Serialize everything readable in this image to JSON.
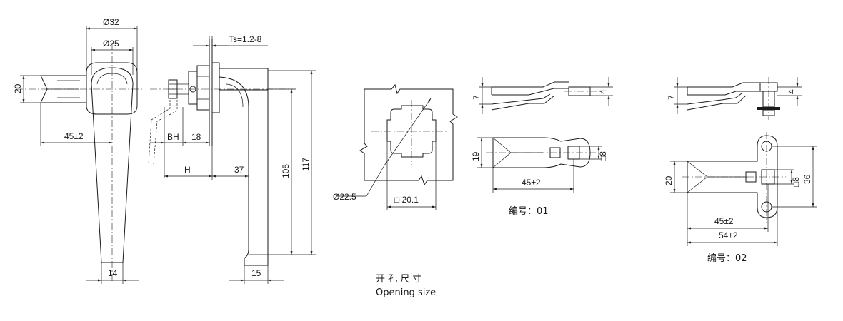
{
  "labels": {
    "d32": "Ø32",
    "d25": "Ø25",
    "h20": "20",
    "len45": "45±2",
    "w14": "14",
    "ts": "Ts=1.2-8",
    "bh": "BH",
    "d18": "18",
    "h": "H",
    "d37": "37",
    "d105": "105",
    "d117": "117",
    "w15": "15",
    "cut_d": "Ø22.5",
    "cut_sq": "□ 20.1",
    "cut_cn": "开 孔 尺 寸",
    "cut_en": "Opening size",
    "v1_7": "7",
    "v1_4": "4",
    "v1_19": "19",
    "v1_sq8": "□8",
    "v1_45": "45±2",
    "v1_code": "编号：01",
    "v2_7": "7",
    "v2_4": "4",
    "v2_20": "20",
    "v2_sq8": "□8",
    "v2_36": "36",
    "v2_45": "45±2",
    "v2_54": "54±2",
    "v2_code": "编号：02"
  }
}
